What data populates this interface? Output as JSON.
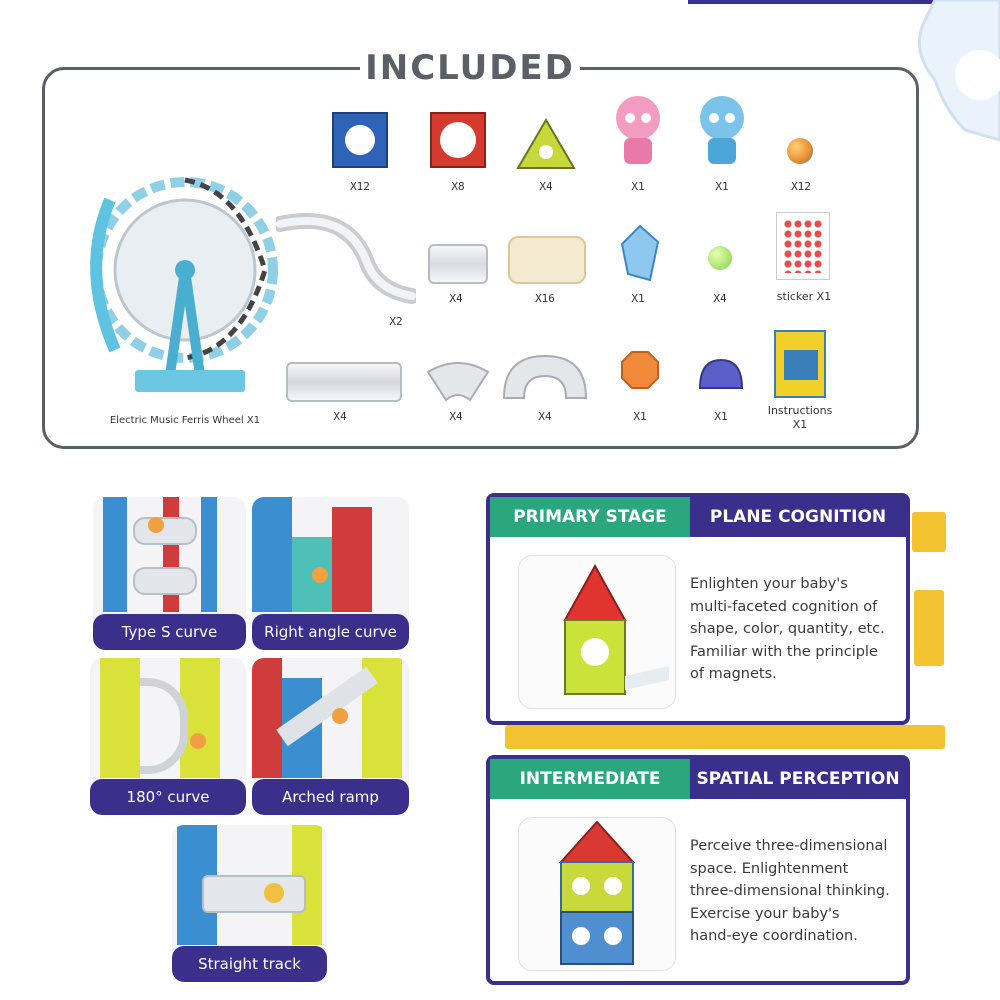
{
  "included": {
    "title": "INCLUDED",
    "parts": [
      {
        "label": "X12"
      },
      {
        "label": "X8"
      },
      {
        "label": "X4"
      },
      {
        "label": "X1"
      },
      {
        "label": "X1"
      },
      {
        "label": "X12"
      },
      {
        "label": "X2"
      },
      {
        "label": "X4"
      },
      {
        "label": "X16"
      },
      {
        "label": "X1"
      },
      {
        "label": "X4"
      },
      {
        "label": "sticker X1"
      },
      {
        "label": "X4"
      },
      {
        "label": "X4"
      },
      {
        "label": "X4"
      },
      {
        "label": "X1"
      },
      {
        "label": "X1"
      },
      {
        "label": "Instructions"
      }
    ],
    "instructions_count": "X1",
    "ferris_wheel_label": "Electric Music Ferris Wheel X1"
  },
  "track_types": [
    {
      "label": "Type S curve"
    },
    {
      "label": "Right angle curve"
    },
    {
      "label": "180° curve"
    },
    {
      "label": "Arched ramp"
    },
    {
      "label": "Straight track"
    }
  ],
  "stages": [
    {
      "stage": "PRIMARY STAGE",
      "skill": "PLANE COGNITION",
      "lines": [
        "Enlighten your baby's",
        "multi-faceted cognition of",
        "shape, color, quantity, etc.",
        "Familiar with the principle",
        "of magnets."
      ]
    },
    {
      "stage": "INTERMEDIATE",
      "skill": "SPATIAL PERCEPTION",
      "lines": [
        "Perceive three-dimensional",
        "space. Enlightenment",
        "three-dimensional thinking.",
        "Exercise your baby's",
        "hand-eye coordination."
      ]
    }
  ],
  "colors": {
    "border_gray": "#5a5f66",
    "stage_green": "#2aa77d",
    "stage_purple": "#3a2f8a",
    "accent_yellow": "#f2c230"
  }
}
